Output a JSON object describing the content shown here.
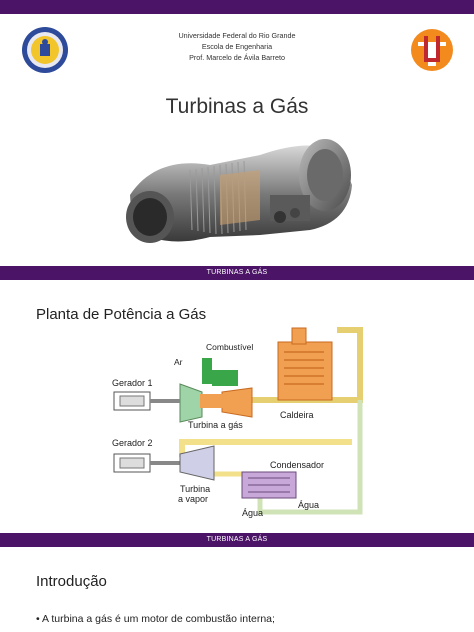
{
  "slide1": {
    "header_lines": [
      "Universidade Federal do Rio Grande",
      "Escola de Engenharia",
      "Prof. Marcelo de Ávila Barreto"
    ],
    "title": "Turbinas a Gás",
    "footer": "TURBINAS A GÁS"
  },
  "slide2": {
    "title": "Planta de Potência a Gás",
    "diagram_labels": {
      "combustivel": "Combustível",
      "ar": "Ar",
      "gerador1": "Gerador 1",
      "turbina_gas": "Turbina a gás",
      "caldeira": "Caldeira",
      "gerador2": "Gerador 2",
      "condensador": "Condensador",
      "turbina_vapor_1": "Turbina",
      "turbina_vapor_2": "a vapor",
      "agua_1": "Água",
      "agua_2": "Água"
    },
    "footer": "TURBINAS A GÁS"
  },
  "slide3": {
    "title": "Introdução",
    "bullet": "A turbina a gás é um motor de combustão interna;"
  },
  "colors": {
    "purple_bar": "#4b1466",
    "pipe_yellow": "#f2e18a",
    "boiler_orange": "#f0a050",
    "fuel_green": "#3aa64a",
    "pipe_green": "#cfe3b7"
  }
}
